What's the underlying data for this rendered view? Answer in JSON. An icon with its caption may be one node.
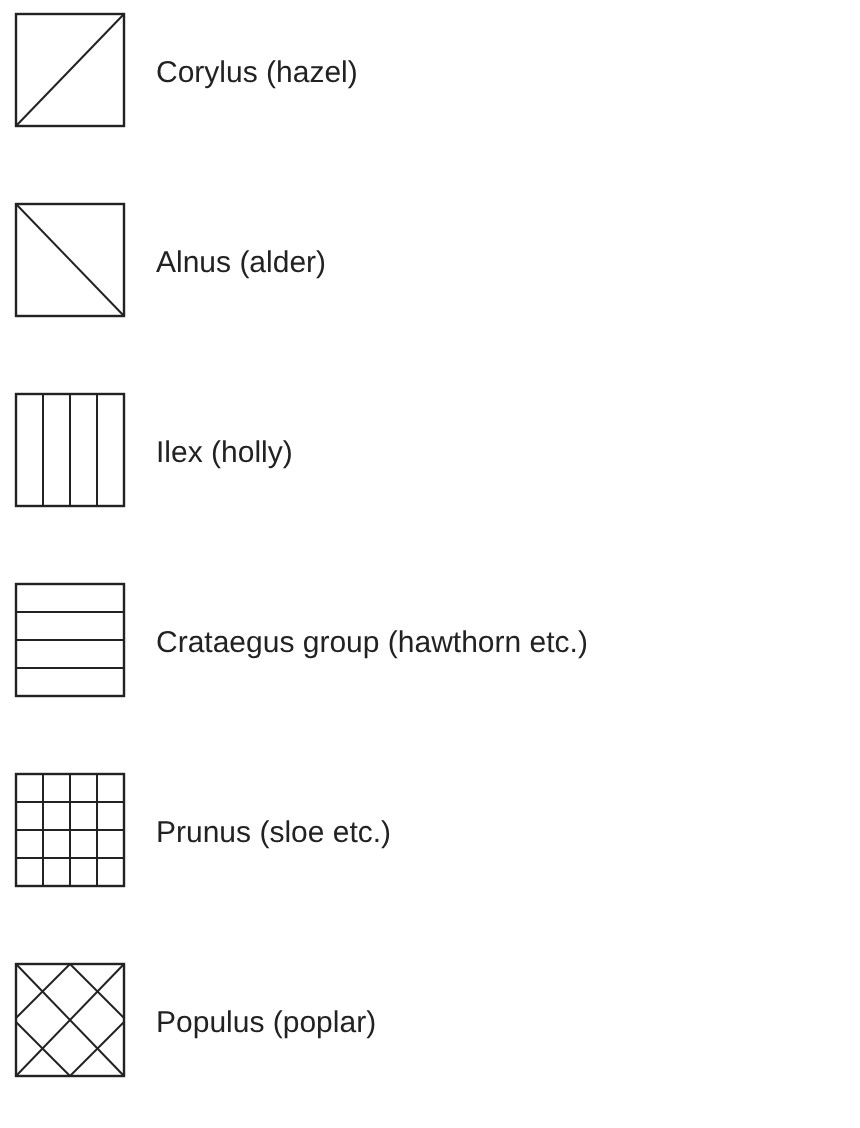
{
  "diagram": {
    "legend": [
      {
        "text": "Corylus (hazel)"
      },
      {
        "text": "Alnus (alder)"
      },
      {
        "text": "Ilex (holly)"
      },
      {
        "text": "Crataegus group (hawthorn etc.)"
      },
      {
        "text": "Prunus (sloe etc.)"
      },
      {
        "text": "Populus (poplar)"
      }
    ]
  }
}
